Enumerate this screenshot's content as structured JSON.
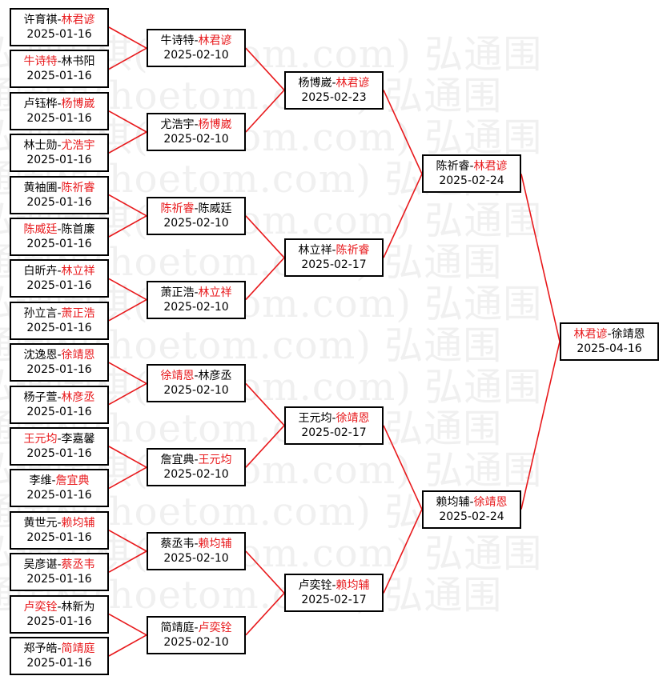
{
  "watermark": {
    "text": "弘通围棋(hoetom.com) 弘通围"
  },
  "colors": {
    "winner": "#e8191c",
    "line": "#e8191c",
    "border": "#000000"
  },
  "matches": [
    {
      "id": "r1m1",
      "p1": "许育祺",
      "p2": "林君谚",
      "winner": 2,
      "date": "2025-01-16"
    },
    {
      "id": "r1m2",
      "p1": "牛诗特",
      "p2": "林书阳",
      "winner": 1,
      "date": "2025-01-16"
    },
    {
      "id": "r1m3",
      "p1": "卢钰桦",
      "p2": "杨博崴",
      "winner": 2,
      "date": "2025-01-16"
    },
    {
      "id": "r1m4",
      "p1": "林士勋",
      "p2": "尤浩宇",
      "winner": 2,
      "date": "2025-01-16"
    },
    {
      "id": "r1m5",
      "p1": "黄袖圃",
      "p2": "陈祈睿",
      "winner": 2,
      "date": "2025-01-16"
    },
    {
      "id": "r1m6",
      "p1": "陈威廷",
      "p2": "陈首廉",
      "winner": 1,
      "date": "2025-01-16"
    },
    {
      "id": "r1m7",
      "p1": "白昕卉",
      "p2": "林立祥",
      "winner": 2,
      "date": "2025-01-16"
    },
    {
      "id": "r1m8",
      "p1": "孙立言",
      "p2": "萧正浩",
      "winner": 2,
      "date": "2025-01-16"
    },
    {
      "id": "r1m9",
      "p1": "沈逸恩",
      "p2": "徐靖恩",
      "winner": 2,
      "date": "2025-01-16"
    },
    {
      "id": "r1m10",
      "p1": "杨子萱",
      "p2": "林彦丞",
      "winner": 2,
      "date": "2025-01-16"
    },
    {
      "id": "r1m11",
      "p1": "王元均",
      "p2": "李嘉馨",
      "winner": 1,
      "date": "2025-01-16"
    },
    {
      "id": "r1m12",
      "p1": "李维",
      "p2": "詹宜典",
      "winner": 2,
      "date": "2025-01-16"
    },
    {
      "id": "r1m13",
      "p1": "黄世元",
      "p2": "赖均辅",
      "winner": 2,
      "date": "2025-01-16"
    },
    {
      "id": "r1m14",
      "p1": "吴彦谌",
      "p2": "蔡丞韦",
      "winner": 2,
      "date": "2025-01-16"
    },
    {
      "id": "r1m15",
      "p1": "卢奕铨",
      "p2": "林新为",
      "winner": 1,
      "date": "2025-01-16"
    },
    {
      "id": "r1m16",
      "p1": "郑予皓",
      "p2": "简靖庭",
      "winner": 2,
      "date": "2025-01-16"
    },
    {
      "id": "r2m1",
      "p1": "牛诗特",
      "p2": "林君谚",
      "winner": 2,
      "date": "2025-02-10"
    },
    {
      "id": "r2m2",
      "p1": "尤浩宇",
      "p2": "杨博崴",
      "winner": 2,
      "date": "2025-02-10"
    },
    {
      "id": "r2m3",
      "p1": "陈祈睿",
      "p2": "陈威廷",
      "winner": 1,
      "date": "2025-02-10"
    },
    {
      "id": "r2m4",
      "p1": "萧正浩",
      "p2": "林立祥",
      "winner": 2,
      "date": "2025-02-10"
    },
    {
      "id": "r2m5",
      "p1": "徐靖恩",
      "p2": "林彦丞",
      "winner": 1,
      "date": "2025-02-10"
    },
    {
      "id": "r2m6",
      "p1": "詹宜典",
      "p2": "王元均",
      "winner": 2,
      "date": "2025-02-10"
    },
    {
      "id": "r2m7",
      "p1": "蔡丞韦",
      "p2": "赖均辅",
      "winner": 2,
      "date": "2025-02-10"
    },
    {
      "id": "r2m8",
      "p1": "简靖庭",
      "p2": "卢奕铨",
      "winner": 2,
      "date": "2025-02-10"
    },
    {
      "id": "r3m1",
      "p1": "杨博崴",
      "p2": "林君谚",
      "winner": 2,
      "date": "2025-02-23"
    },
    {
      "id": "r3m2",
      "p1": "林立祥",
      "p2": "陈祈睿",
      "winner": 2,
      "date": "2025-02-17"
    },
    {
      "id": "r3m3",
      "p1": "王元均",
      "p2": "徐靖恩",
      "winner": 2,
      "date": "2025-02-17"
    },
    {
      "id": "r3m4",
      "p1": "卢奕铨",
      "p2": "赖均辅",
      "winner": 2,
      "date": "2025-02-17"
    },
    {
      "id": "r4m1",
      "p1": "陈祈睿",
      "p2": "林君谚",
      "winner": 2,
      "date": "2025-02-24"
    },
    {
      "id": "r4m2",
      "p1": "赖均辅",
      "p2": "徐靖恩",
      "winner": 2,
      "date": "2025-02-24"
    },
    {
      "id": "r5m1",
      "p1": "林君谚",
      "p2": "徐靖恩",
      "winner": 1,
      "date": "2025-04-16"
    }
  ]
}
